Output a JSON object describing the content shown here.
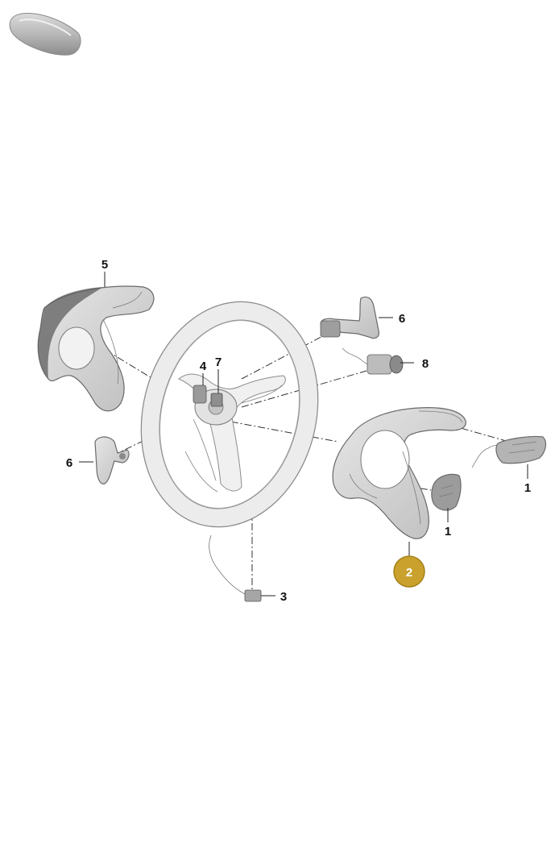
{
  "callouts": {
    "c1_right": "1",
    "c1_lower": "1",
    "c2": "2",
    "c3": "3",
    "c4": "4",
    "c5": "5",
    "c6_right": "6",
    "c6_left": "6",
    "c7": "7",
    "c8": "8"
  },
  "colors": {
    "highlight": "#c9a12c",
    "highlight_border": "#a5821c",
    "part_fill": "#d9d9d9",
    "part_dark": "#9a9a9a",
    "wheel_fill": "#ececec"
  },
  "icons": {
    "thumbnail": "steering-wheel-cover-thumbnail"
  }
}
